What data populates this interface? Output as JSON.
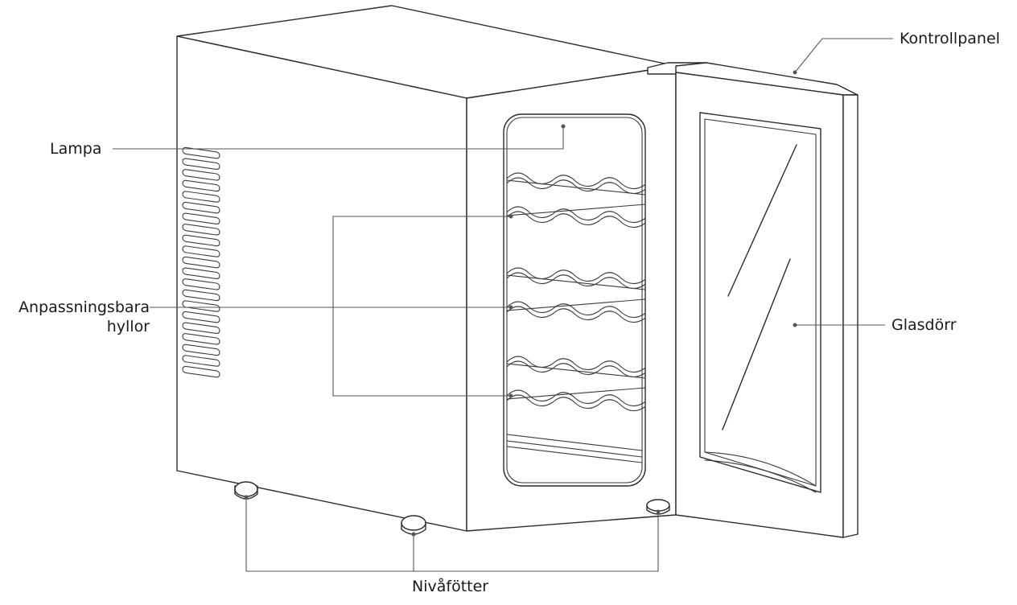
{
  "labels": {
    "control_panel": "Kontrollpanel",
    "lamp": "Lampa",
    "shelves_line1": "Anpassningsbara",
    "shelves_line2": "hyllor",
    "glass_door": "Glasdörr",
    "leveling_feet": "Nivåfötter"
  }
}
